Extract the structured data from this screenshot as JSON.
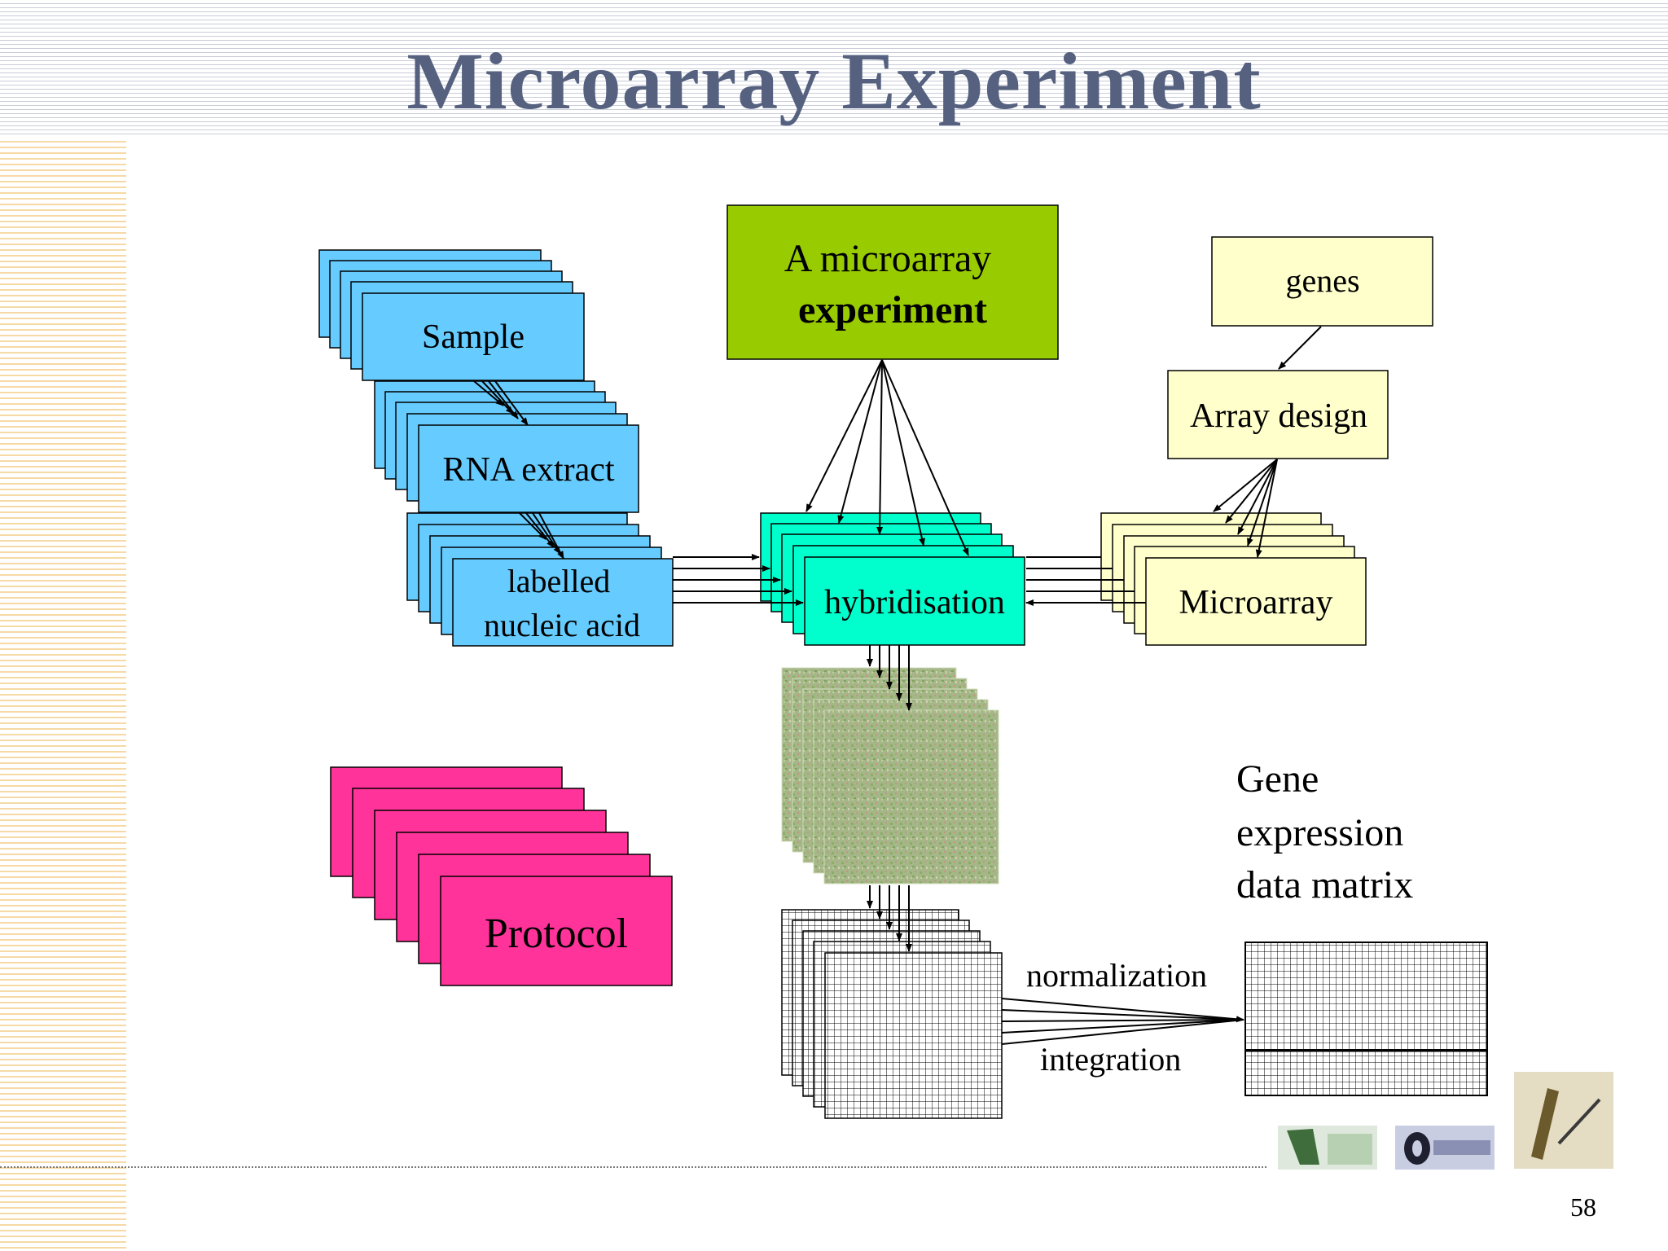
{
  "title": "Microarray Experiment",
  "page_number": "58",
  "nodes": {
    "sample": "Sample",
    "rna_extract": "RNA extract",
    "labelled_line1": "labelled",
    "labelled_line2": "nucleic acid",
    "experiment_line1": "A microarray",
    "experiment_line2": "experiment",
    "genes": "genes",
    "array_design": "Array design",
    "hybridisation": "hybridisation",
    "microarray": "Microarray",
    "protocol": "Protocol"
  },
  "labels": {
    "gene_expression_line1": "Gene",
    "gene_expression_line2": "expression",
    "gene_expression_line3": "data matrix",
    "normalization": "normalization",
    "integration": "integration"
  },
  "colors": {
    "sample_blue": "#66ccff",
    "experiment_green": "#99cc00",
    "genes_yellow": "#ffffcc",
    "hybridisation_teal": "#00ffcc",
    "protocol_pink": "#ff3399",
    "title_color": "#55617f"
  }
}
